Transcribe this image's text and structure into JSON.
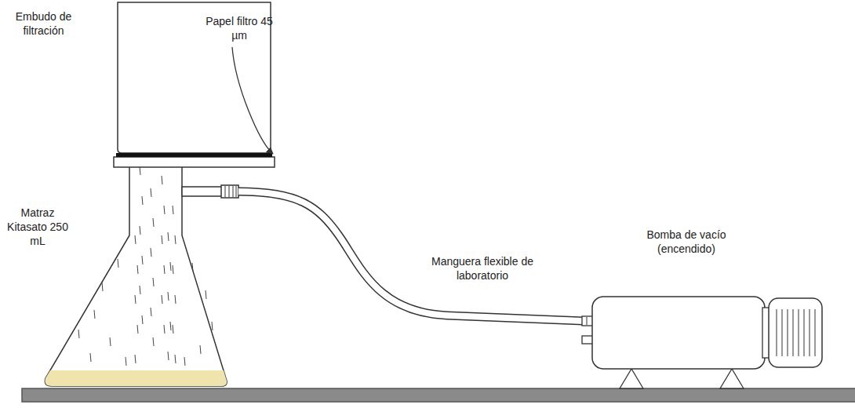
{
  "diagram": {
    "labels": [
      "Embudo de filtración",
      "Papel filtro 45 µm",
      "Matraz Kitasato 250 mL",
      "Manguera flexible de laboratorio",
      "Bomba de vacío (encendido)"
    ]
  }
}
